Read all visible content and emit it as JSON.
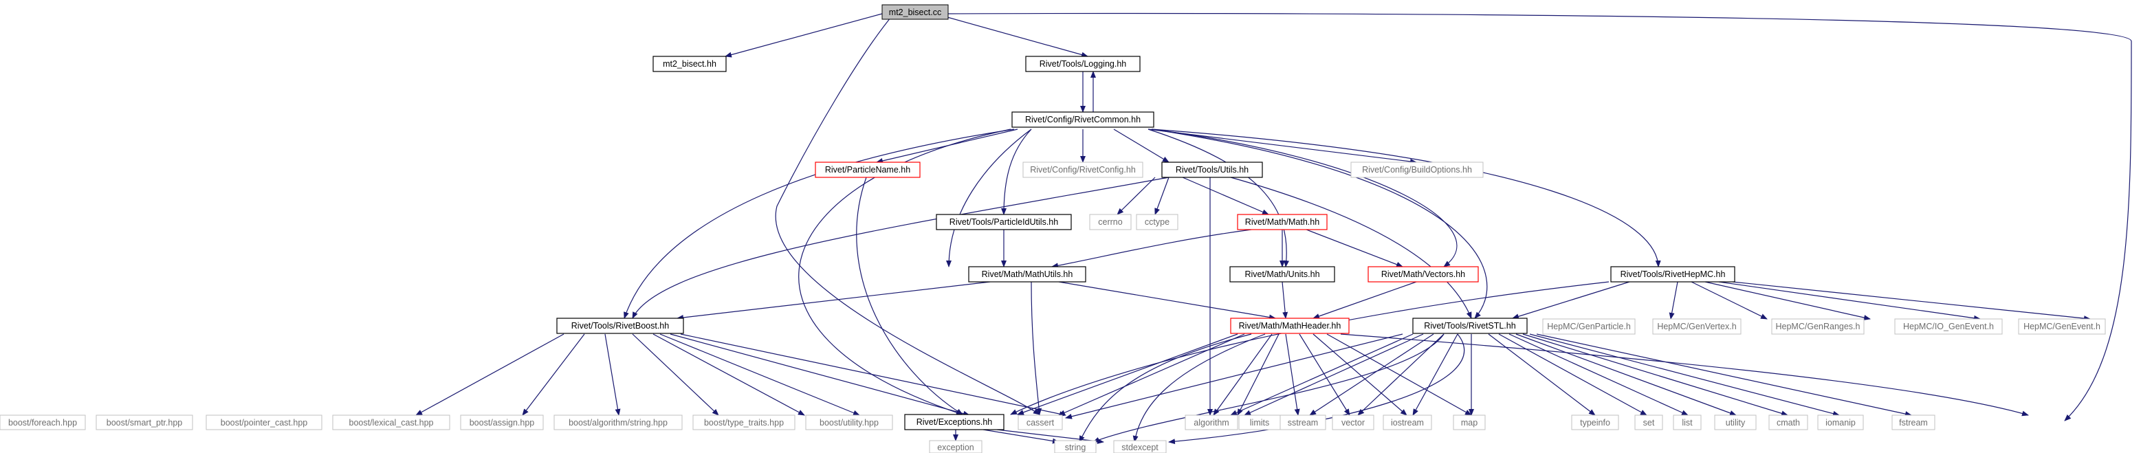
{
  "title": "mt2_bisect.cc",
  "colors": {
    "edge": "#191970",
    "root_fill": "#bfbfbf",
    "file_border": "#000000",
    "truncated_border": "#ff0000",
    "system_border": "#c0c0c0"
  },
  "nodes": {
    "root": "mt2_bisect.cc",
    "n_mt2_bisect_hh": "mt2_bisect.hh",
    "n_logging": "Rivet/Tools/Logging.hh",
    "n_riveticommon": "Rivet/Config/RivetCommon.hh",
    "n_particlename": "Rivet/ParticleName.hh",
    "n_rivetconfig": "Rivet/Config/RivetConfig.hh",
    "n_utils": "Rivet/Tools/Utils.hh",
    "n_buildoptions": "Rivet/Config/BuildOptions.hh",
    "n_cerrno": "cerrno",
    "n_cctype": "cctype",
    "n_particleidutils": "Rivet/Tools/ParticleIdUtils.hh",
    "n_math": "Rivet/Math/Math.hh",
    "n_mathutils": "Rivet/Math/MathUtils.hh",
    "n_units": "Rivet/Math/Units.hh",
    "n_vectors": "Rivet/Math/Vectors.hh",
    "n_rivethepmc": "Rivet/Tools/RivetHepMC.hh",
    "n_rivetboost": "Rivet/Tools/RivetBoost.hh",
    "n_mathheader": "Rivet/Math/MathHeader.hh",
    "n_rivetstl": "Rivet/Tools/RivetSTL.hh",
    "n_genparticle": "HepMC/GenParticle.h",
    "n_genvertex": "HepMC/GenVertex.h",
    "n_genranges": "HepMC/GenRanges.h",
    "n_io_genevent": "HepMC/IO_GenEvent.h",
    "n_genevent": "HepMC/GenEvent.h",
    "n_foreach": "boost/foreach.hpp",
    "n_smart_ptr": "boost/smart_ptr.hpp",
    "n_pointer_cast": "boost/pointer_cast.hpp",
    "n_lexical_cast": "boost/lexical_cast.hpp",
    "n_assign": "boost/assign.hpp",
    "n_algo_string": "boost/algorithm/string.hpp",
    "n_type_traits": "boost/type_traits.hpp",
    "n_boost_utility": "boost/utility.hpp",
    "n_exceptions": "Rivet/Exceptions.hh",
    "n_cassert": "cassert",
    "n_algorithm": "algorithm",
    "n_limits": "limits",
    "n_sstream": "sstream",
    "n_vector": "vector",
    "n_iostream": "iostream",
    "n_map": "map",
    "n_typeinfo": "typeinfo",
    "n_set": "set",
    "n_list": "list",
    "n_utility": "utility",
    "n_cmath": "cmath",
    "n_iomanip": "iomanip",
    "n_fstream": "fstream",
    "n_exception": "exception",
    "n_string": "string",
    "n_stdexcept": "stdexcept"
  }
}
